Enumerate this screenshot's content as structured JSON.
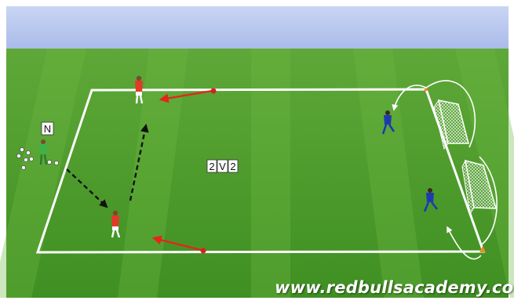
{
  "labels": {
    "neutral": "N",
    "drill_left": "2",
    "drill_v": "V",
    "drill_right": "2"
  },
  "watermark": "www.redbullsacademy.com",
  "icons": {
    "attacker": "player-red-icon",
    "defender": "player-blue-icon",
    "neutral": "player-green-keeper-icon",
    "goal": "goal-net-icon",
    "cone": "cone-icon",
    "ball": "ball-icon"
  },
  "colors": {
    "sky": "#b9c9ee",
    "grass": "#4f9e2c",
    "grass_stripe": "#5aab34",
    "lines": "#ffffff",
    "attacker_shirt": "#e23a2a",
    "defender_shirt": "#1d3bb0",
    "neutral_shirt": "#3cb34a",
    "pass_arrow": "#e5251c",
    "run_arrow": "#111111",
    "cone": "#f08a2a"
  }
}
